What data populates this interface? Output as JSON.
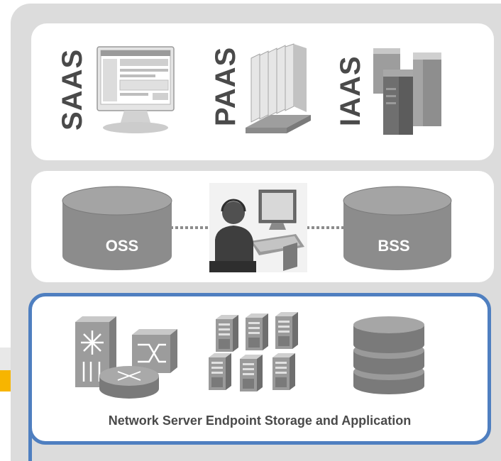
{
  "layers": {
    "top": {
      "items": [
        {
          "label": "SAAS",
          "icon": "monitor-icon"
        },
        {
          "label": "PAAS",
          "icon": "server-blades-icon"
        },
        {
          "label": "IAAS",
          "icon": "server-towers-icon"
        }
      ]
    },
    "middle": {
      "left": {
        "label": "OSS",
        "icon": "database-cylinder-icon"
      },
      "center": {
        "icon": "operator-workstation-icon"
      },
      "right": {
        "label": "BSS",
        "icon": "database-cylinder-icon"
      }
    },
    "bottom": {
      "caption": "Network Server Endpoint Storage and Application",
      "icons": [
        "network-switch-router-icon",
        "server-cluster-icon",
        "storage-stack-icon"
      ]
    }
  },
  "colors": {
    "frame": "#dcdcdc",
    "panel": "#ffffff",
    "highlight_border": "#4f7fc0",
    "accent": "#f7b500",
    "label_text": "#4a4a4a",
    "cylinder": "#8c8c8c"
  }
}
